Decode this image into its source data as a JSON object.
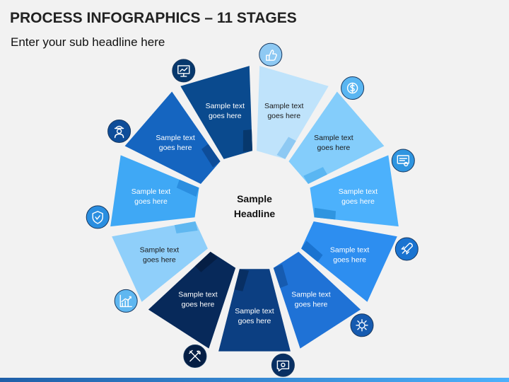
{
  "header": {
    "title": "PROCESS INFOGRAPHICS – 11 STAGES",
    "subtitle": "Enter your sub headline here"
  },
  "center": {
    "line1": "Sample",
    "line2": "Headline"
  },
  "colors": {
    "background": "#f2f2f2",
    "circle_border": "#17375e",
    "icon_stroke": "#ffffff",
    "bottom_bar": "#1f5fa8"
  },
  "stages": [
    {
      "line1": "Sample text",
      "line2": "goes here",
      "color": "#bfe3fb",
      "dark": "#8ec9f3",
      "text_color": "#1a1a1a",
      "icon": "thumbs-up-icon"
    },
    {
      "line1": "Sample text",
      "line2": "goes here",
      "color": "#84cdfb",
      "dark": "#5ab6f2",
      "text_color": "#1a1a1a",
      "icon": "dollar-badge-icon"
    },
    {
      "line1": "Sample text",
      "line2": "goes here",
      "color": "#4cb1fc",
      "dark": "#2f95e0",
      "text_color": "#ffffff",
      "icon": "certificate-icon"
    },
    {
      "line1": "Sample text",
      "line2": "goes here",
      "color": "#2d8ef0",
      "dark": "#1a73d0",
      "text_color": "#ffffff",
      "icon": "rocket-icon"
    },
    {
      "line1": "Sample text",
      "line2": "goes here",
      "color": "#1f72d6",
      "dark": "#165bb0",
      "text_color": "#ffffff",
      "icon": "gear-cloud-icon"
    },
    {
      "line1": "Sample text",
      "line2": "goes here",
      "color": "#0c3f82",
      "dark": "#082f63",
      "text_color": "#ffffff",
      "icon": "gear-chat-icon"
    },
    {
      "line1": "Sample text",
      "line2": "goes here",
      "color": "#07295a",
      "dark": "#051e44",
      "text_color": "#ffffff",
      "icon": "tools-icon"
    },
    {
      "line1": "Sample text",
      "line2": "goes here",
      "color": "#8fcffa",
      "dark": "#5fb7f0",
      "text_color": "#1a1a1a",
      "icon": "growth-chart-icon"
    },
    {
      "line1": "Sample text",
      "line2": "goes here",
      "color": "#3fa8f5",
      "dark": "#2a8ee0",
      "text_color": "#ffffff",
      "icon": "shield-check-icon"
    },
    {
      "line1": "Sample text",
      "line2": "goes here",
      "color": "#1565c0",
      "dark": "#0e4d99",
      "text_color": "#ffffff",
      "icon": "worker-icon"
    },
    {
      "line1": "Sample text",
      "line2": "goes here",
      "color": "#0a4a8e",
      "dark": "#07386d",
      "text_color": "#ffffff",
      "icon": "presentation-icon"
    }
  ]
}
